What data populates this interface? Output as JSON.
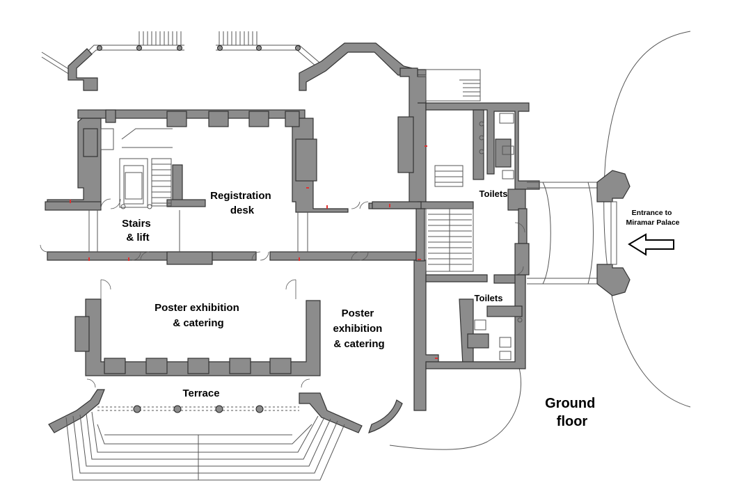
{
  "labels": {
    "registration": [
      "Registration",
      "desk"
    ],
    "stairs": [
      "Stairs",
      "& lift"
    ],
    "poster_left": [
      "Poster exhibition",
      "& catering"
    ],
    "poster_right": [
      "Poster",
      "exhibition",
      "& catering"
    ],
    "terrace": "Terrace",
    "toilets_top": "Toilets",
    "toilets_bottom": "Toilets",
    "entrance": [
      "Entrance to",
      "Miramar Palace"
    ],
    "floor": [
      "Ground",
      "floor"
    ]
  },
  "icons": {
    "entrance_arrow": "arrow-left-icon"
  }
}
